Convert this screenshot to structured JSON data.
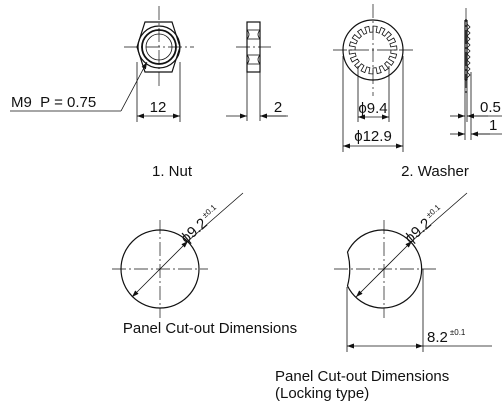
{
  "nut": {
    "thread_label": "M9  P = 0.75",
    "across_flats": "12",
    "thickness": "2",
    "caption": "1. Nut"
  },
  "washer": {
    "inner_diameter": "ϕ9.4",
    "outer_diameter": "ϕ12.9",
    "thickness": "0.5",
    "tab_offset": "1",
    "caption": "2. Washer"
  },
  "cutout": {
    "diameter": "ϕ9.2",
    "tolerance": "±0.1",
    "caption": "Panel Cut-out Dimensions"
  },
  "cutout_locking": {
    "diameter": "ϕ9.2",
    "tolerance": "±0.1",
    "flat_width": "8.2",
    "flat_tolerance": "±0.1",
    "caption_line1": "Panel Cut-out Dimensions",
    "caption_line2": "(Locking type)"
  },
  "colors": {
    "ink": "#111111",
    "background": "#ffffff"
  }
}
